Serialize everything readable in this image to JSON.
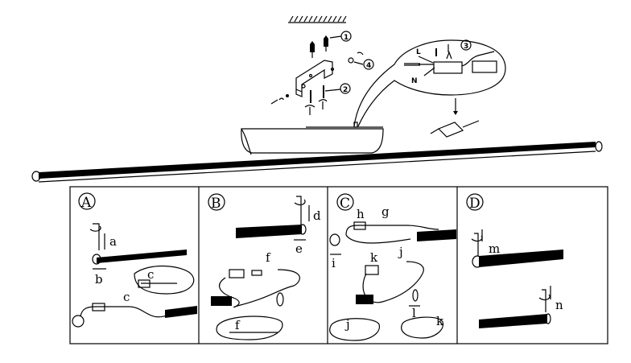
{
  "callouts": {
    "n1": "1",
    "n2": "2",
    "n3": "3",
    "n4": "4",
    "L": "L",
    "N": "N"
  },
  "panels": [
    {
      "id": "A",
      "letters": [
        "a",
        "b",
        "c",
        "c"
      ]
    },
    {
      "id": "B",
      "letters": [
        "d",
        "e",
        "f",
        "f"
      ]
    },
    {
      "id": "C",
      "letters": [
        "h",
        "g",
        "i",
        "k",
        "j",
        "l",
        "j",
        "k"
      ]
    },
    {
      "id": "D",
      "letters": [
        "m",
        "n"
      ]
    }
  ],
  "colors": {
    "ink": "#000000",
    "paper": "#ffffff"
  }
}
